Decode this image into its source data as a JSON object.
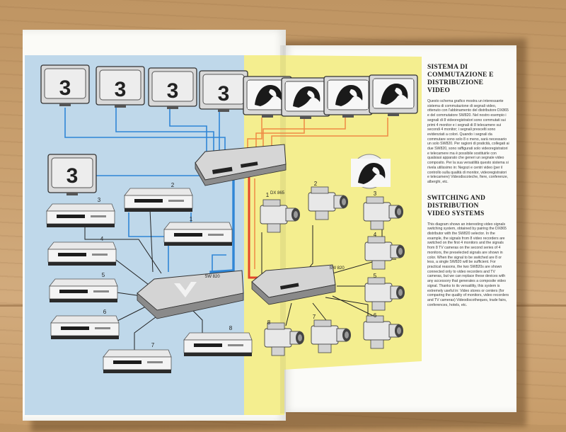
{
  "brochure": {
    "italian_title": "SISTEMA DI\nCOMMUTAZIONE E\nDISTRIBUZIONE\nVIDEO",
    "italian_body": "Questo schema grafico mostra un interessante sistema di commutazione di segnali video, ottenuto con l'abbinamento del distributore DX865 e del commutatore SW820. Nel nostro esempio i segnali di 8 videoregistratori sono commutati sui primi 4 monitor e i segnali di 8 telecamere sui secondi 4 monitor; i segnali prescelti sono evidenziati a colori. Quando i segnali da commutare sono solo 8 o meno, sarà necessario un solo SW820. Per ragioni di praticità, collegati ai due SW820, sono raffigurati solo videoregistratori e telecamere ma è possibile sostituirle con qualsiasi apparato che generi un segnale video composito. Per la sua versatilità questo sistema si rivela utilissimo in: Negozi e centri video (per il controllo sulla qualità di monitor, videoregistratori e telecamere) Videodiscoteche, fiere, conferenze, alberghi, etc.",
    "english_title": "SWITCHING AND\nDISTRIBUTION\nVIDEO SYSTEMS",
    "english_body": "This diagram shows an interesting video signals switching system, obtained by pairing the DX865 distributor with the SW820 selector. In the example, the signals from 8 video recorders are switched on the first 4 monitors and the signals from 8 TV cameras on the second series of 4 monitors, the preselected signals are shown in color. When the signal to be switched are 8 or less, a single SW820 will be sufficient. For practical reasons, the two SW820s are shown connected only to video recorders and TV cameras, but we can replace these devices with any accessory that generates a composite video signal. Thanks to its versatility, this system is extremely useful in: Video stores or centers (for comparing the quality of monitors, video recorders and TV cameras) Videodiscotheques, trade fairs, conferences, hotels, etc."
  },
  "diagram": {
    "monitor_digit": "3",
    "distributor_label": "DX 865",
    "switch_left_label": "SW 820",
    "switch_right_label": "SW 820",
    "vcr_numbers": [
      "1",
      "2",
      "3",
      "4",
      "5",
      "6",
      "7",
      "8"
    ],
    "camera_numbers": [
      "1",
      "2",
      "3",
      "4",
      "5",
      "6",
      "7",
      "8"
    ]
  },
  "colors": {
    "blue_panel": "#bfd8ea",
    "yellow_panel": "#f4ee8f",
    "signal_blue": "#2f86d6",
    "signal_red": "#e2462a",
    "signal_orange": "#ee8a45",
    "wire_black": "#222222"
  },
  "icons": [
    "crt-monitor-icon",
    "vcr-icon",
    "video-camera-icon",
    "rack-switch-icon"
  ]
}
